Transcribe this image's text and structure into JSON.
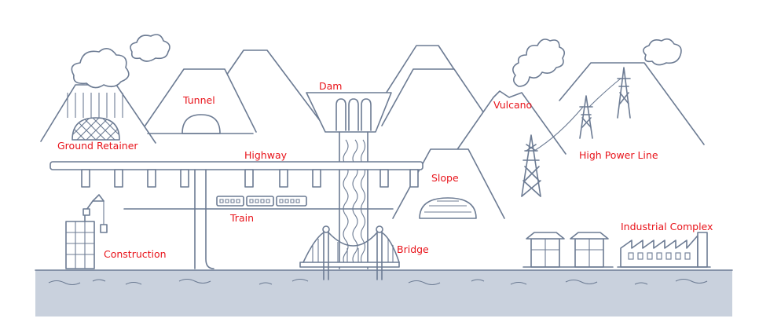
{
  "labels": {
    "ground_retainer": "Ground Retainer",
    "tunnel": "Tunnel",
    "dam": "Dam",
    "highway": "Highway",
    "vulcano": "Vulcano",
    "slope": "Slope",
    "high_power_line": "High Power Line",
    "train": "Train",
    "industrial_complex": "Industrial Complex",
    "construction": "Construction",
    "bridge": "Bridge"
  },
  "colors": {
    "line": "#6c7b93",
    "label": "#e8141b",
    "water": "#c9d1dd",
    "background": "#ffffff"
  }
}
